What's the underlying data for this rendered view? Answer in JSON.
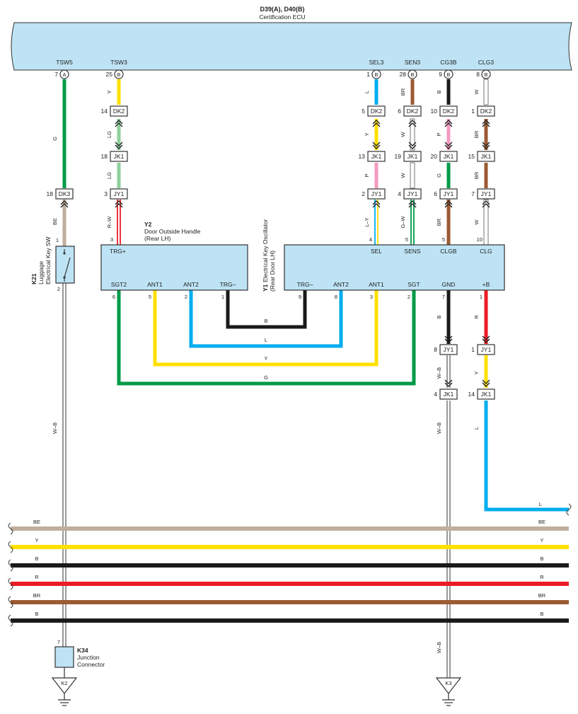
{
  "ecu": {
    "title": "D39(A), D40(B)",
    "subtitle": "Certification ECU",
    "pins": [
      {
        "name": "TSW5",
        "num": "7",
        "conn": "A"
      },
      {
        "name": "TSW3",
        "num": "25",
        "conn": "B"
      },
      {
        "name": "SEL3",
        "num": "1",
        "conn": "B"
      },
      {
        "name": "SEN3",
        "num": "28",
        "conn": "B"
      },
      {
        "name": "CG3B",
        "num": "9",
        "conn": "B"
      },
      {
        "name": "CLG3",
        "num": "8",
        "conn": "B"
      }
    ]
  },
  "connectors": [
    {
      "label": "DK3",
      "pin": "18"
    },
    {
      "label": "DK2",
      "pin": "14"
    },
    {
      "label": "JK1",
      "pin": "18"
    },
    {
      "label": "JY1",
      "pin": "3"
    },
    {
      "label": "DK2",
      "pin": "5"
    },
    {
      "label": "JK1",
      "pin": "13"
    },
    {
      "label": "JY1",
      "pin": "2"
    },
    {
      "label": "DK2",
      "pin": "6"
    },
    {
      "label": "JK1",
      "pin": "19"
    },
    {
      "label": "JY1",
      "pin": "4"
    },
    {
      "label": "DK2",
      "pin": "10"
    },
    {
      "label": "JK1",
      "pin": "20"
    },
    {
      "label": "JY1",
      "pin": "6"
    },
    {
      "label": "DK2",
      "pin": "1"
    },
    {
      "label": "JK1",
      "pin": "15"
    },
    {
      "label": "JY1",
      "pin": "7"
    },
    {
      "label": "JY1",
      "pin": "8"
    },
    {
      "label": "JK1",
      "pin": "4"
    },
    {
      "label": "JY1",
      "pin": "1"
    },
    {
      "label": "JK1",
      "pin": "14"
    }
  ],
  "wire_labels": [
    "G",
    "BE",
    "Y",
    "LG",
    "LG",
    "R–W",
    "L",
    "Y",
    "P",
    "L–Y",
    "BR",
    "W",
    "W",
    "G–W",
    "B",
    "P",
    "G",
    "BR",
    "W",
    "BR",
    "BR",
    "W",
    "B",
    "W–B",
    "W–B",
    "R",
    "Y",
    "L",
    "W–B",
    "W–B",
    "B",
    "L",
    "Y",
    "G",
    "L"
  ],
  "k21": {
    "id": "K21",
    "name_line1": "Luggage",
    "name_line2": "Electrical Key SW",
    "pin1": "1",
    "pin2": "2"
  },
  "y2": {
    "id": "Y2",
    "name_line1": "Door Outside Handle",
    "name_line2": "(Rear LH)",
    "top_pin": "TRG+",
    "top_pin_num": "3",
    "bottom_pins": [
      {
        "name": "SGT2",
        "num": "6"
      },
      {
        "name": "ANT1",
        "num": "5"
      },
      {
        "name": "ANT2",
        "num": "2"
      },
      {
        "name": "TRG–",
        "num": "1"
      }
    ]
  },
  "y1": {
    "id": "Y1",
    "name_line1": "Electrical Key Oscillator",
    "name_line2": "(Rear Door LH)",
    "top_pins": [
      {
        "name": "SEL",
        "num": "4"
      },
      {
        "name": "SENS",
        "num": "5"
      },
      {
        "name": "CLGB",
        "num": "5"
      },
      {
        "name": "CLG",
        "num": "10"
      }
    ],
    "bottom_pins": [
      {
        "name": "TRG–",
        "num": "9"
      },
      {
        "name": "ANT2",
        "num": "8"
      },
      {
        "name": "ANT1",
        "num": "3"
      },
      {
        "name": "SGT",
        "num": "2"
      },
      {
        "name": "GND",
        "num": "7"
      },
      {
        "name": "+B",
        "num": "1"
      }
    ]
  },
  "buses": [
    {
      "label": "BE",
      "color": "#bfae9c"
    },
    {
      "label": "Y",
      "color": "#ffe000"
    },
    {
      "label": "B",
      "color": "#1a1a1a"
    },
    {
      "label": "R",
      "color": "#ec1c24"
    },
    {
      "label": "BR",
      "color": "#9c5a32"
    },
    {
      "label": "B",
      "color": "#1a1a1a"
    }
  ],
  "k34": {
    "id": "K34",
    "name_line1": "Junction",
    "name_line2": "Connector",
    "pin": "7"
  },
  "grounds": [
    {
      "label": "K2"
    },
    {
      "label": "K3"
    }
  ],
  "colors": {
    "ecu_fill": "#bde3f5",
    "component_fill": "#bde3f5",
    "G": "#009b48",
    "Y": "#ffe000",
    "LG": "#8fcf9c",
    "R": "#ec1c24",
    "L": "#00aeef",
    "P": "#f49ac1",
    "BR": "#9c5a32",
    "B": "#1a1a1a",
    "BE": "#bfae9c",
    "W": "#ffffff",
    "outline": "#333333"
  }
}
